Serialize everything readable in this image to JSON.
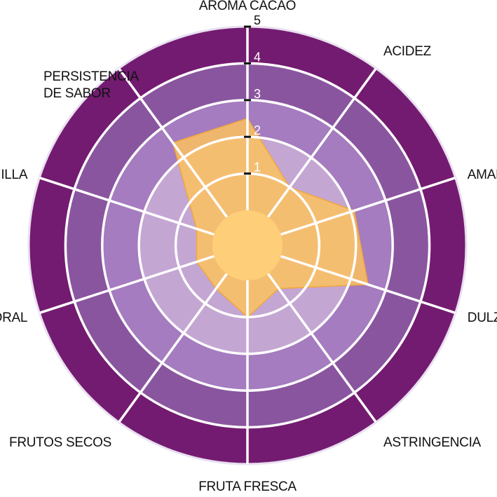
{
  "chart_data": {
    "type": "radar",
    "title": "",
    "axes": [
      "AROMA CACAO",
      "ACIDEZ",
      "AMARGOR",
      "DULZOR",
      "ASTRINGENCIA",
      "FRUTA FRESCA",
      "FRUTOS SECOS",
      "FLORAL",
      "VAINILLA",
      "PERSISTENCIA DE SABOR"
    ],
    "axis_label_lines": [
      [
        "AROMA CACAO"
      ],
      [
        "ACIDEZ"
      ],
      [
        "AMARGOR"
      ],
      [
        "DULZOR"
      ],
      [
        "ASTRINGENCIA"
      ],
      [
        "FRUTA FRESCA"
      ],
      [
        "FRUTOS SECOS"
      ],
      [
        "FLORAL"
      ],
      [
        "VAINILLA"
      ],
      [
        "PERSISTENCIA",
        "DE SABOR"
      ]
    ],
    "series": [
      {
        "values": [
          2.5,
          1.0,
          2.1,
          2.5,
          0.5,
          1.0,
          0.5,
          0.5,
          0.5,
          2.5
        ]
      }
    ],
    "rlim": [
      0,
      5
    ],
    "ticks": [
      "1",
      "2",
      "3",
      "4",
      "5"
    ],
    "grid": true,
    "colors": {
      "bands": [
        "#c4a6d3",
        "#a57cbf",
        "#8a559f",
        "#731b70"
      ],
      "center": "#ffffff",
      "grid_lines": "#ffffff",
      "series_fill": "#ffc35c",
      "series_line": "#f0a73a",
      "tick_marks": "#111111"
    }
  }
}
